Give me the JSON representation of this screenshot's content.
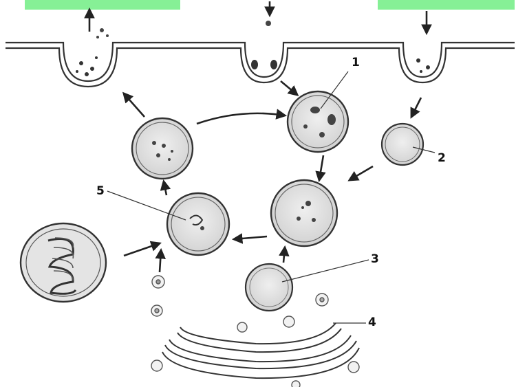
{
  "labels": {
    "one": "1",
    "two": "2",
    "three": "3",
    "four": "4",
    "five": "5"
  },
  "colors": {
    "label_box": "#86f096",
    "ink": "#222222",
    "fill": "#dcdcdc"
  }
}
